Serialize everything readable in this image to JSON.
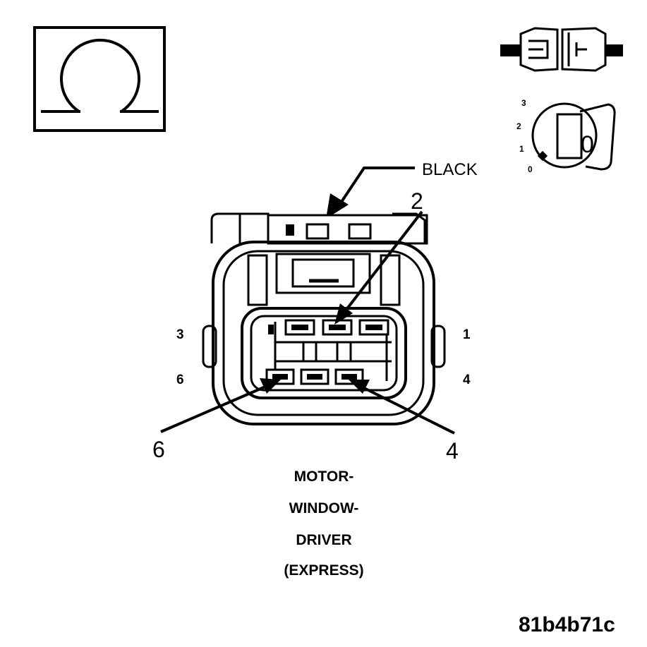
{
  "icons": {
    "ohm": "ohmmeter-icon",
    "disconnect": "connector-disconnect-icon",
    "ignition": "ignition-key-off-icon"
  },
  "ignition": {
    "positions": [
      "3",
      "2",
      "1",
      "0"
    ],
    "key_label": "0"
  },
  "connector": {
    "color_label": "BLACK",
    "cavity_labels": {
      "top_left": "3",
      "top_right": "1",
      "bottom_left": "6",
      "bottom_right": "4"
    },
    "callouts": {
      "pin_2": "2",
      "pin_6": "6",
      "pin_4": "4"
    }
  },
  "title_lines": [
    "MOTOR-",
    "WINDOW-",
    "DRIVER",
    "(EXPRESS)"
  ],
  "figure_code": "81b4b71c"
}
